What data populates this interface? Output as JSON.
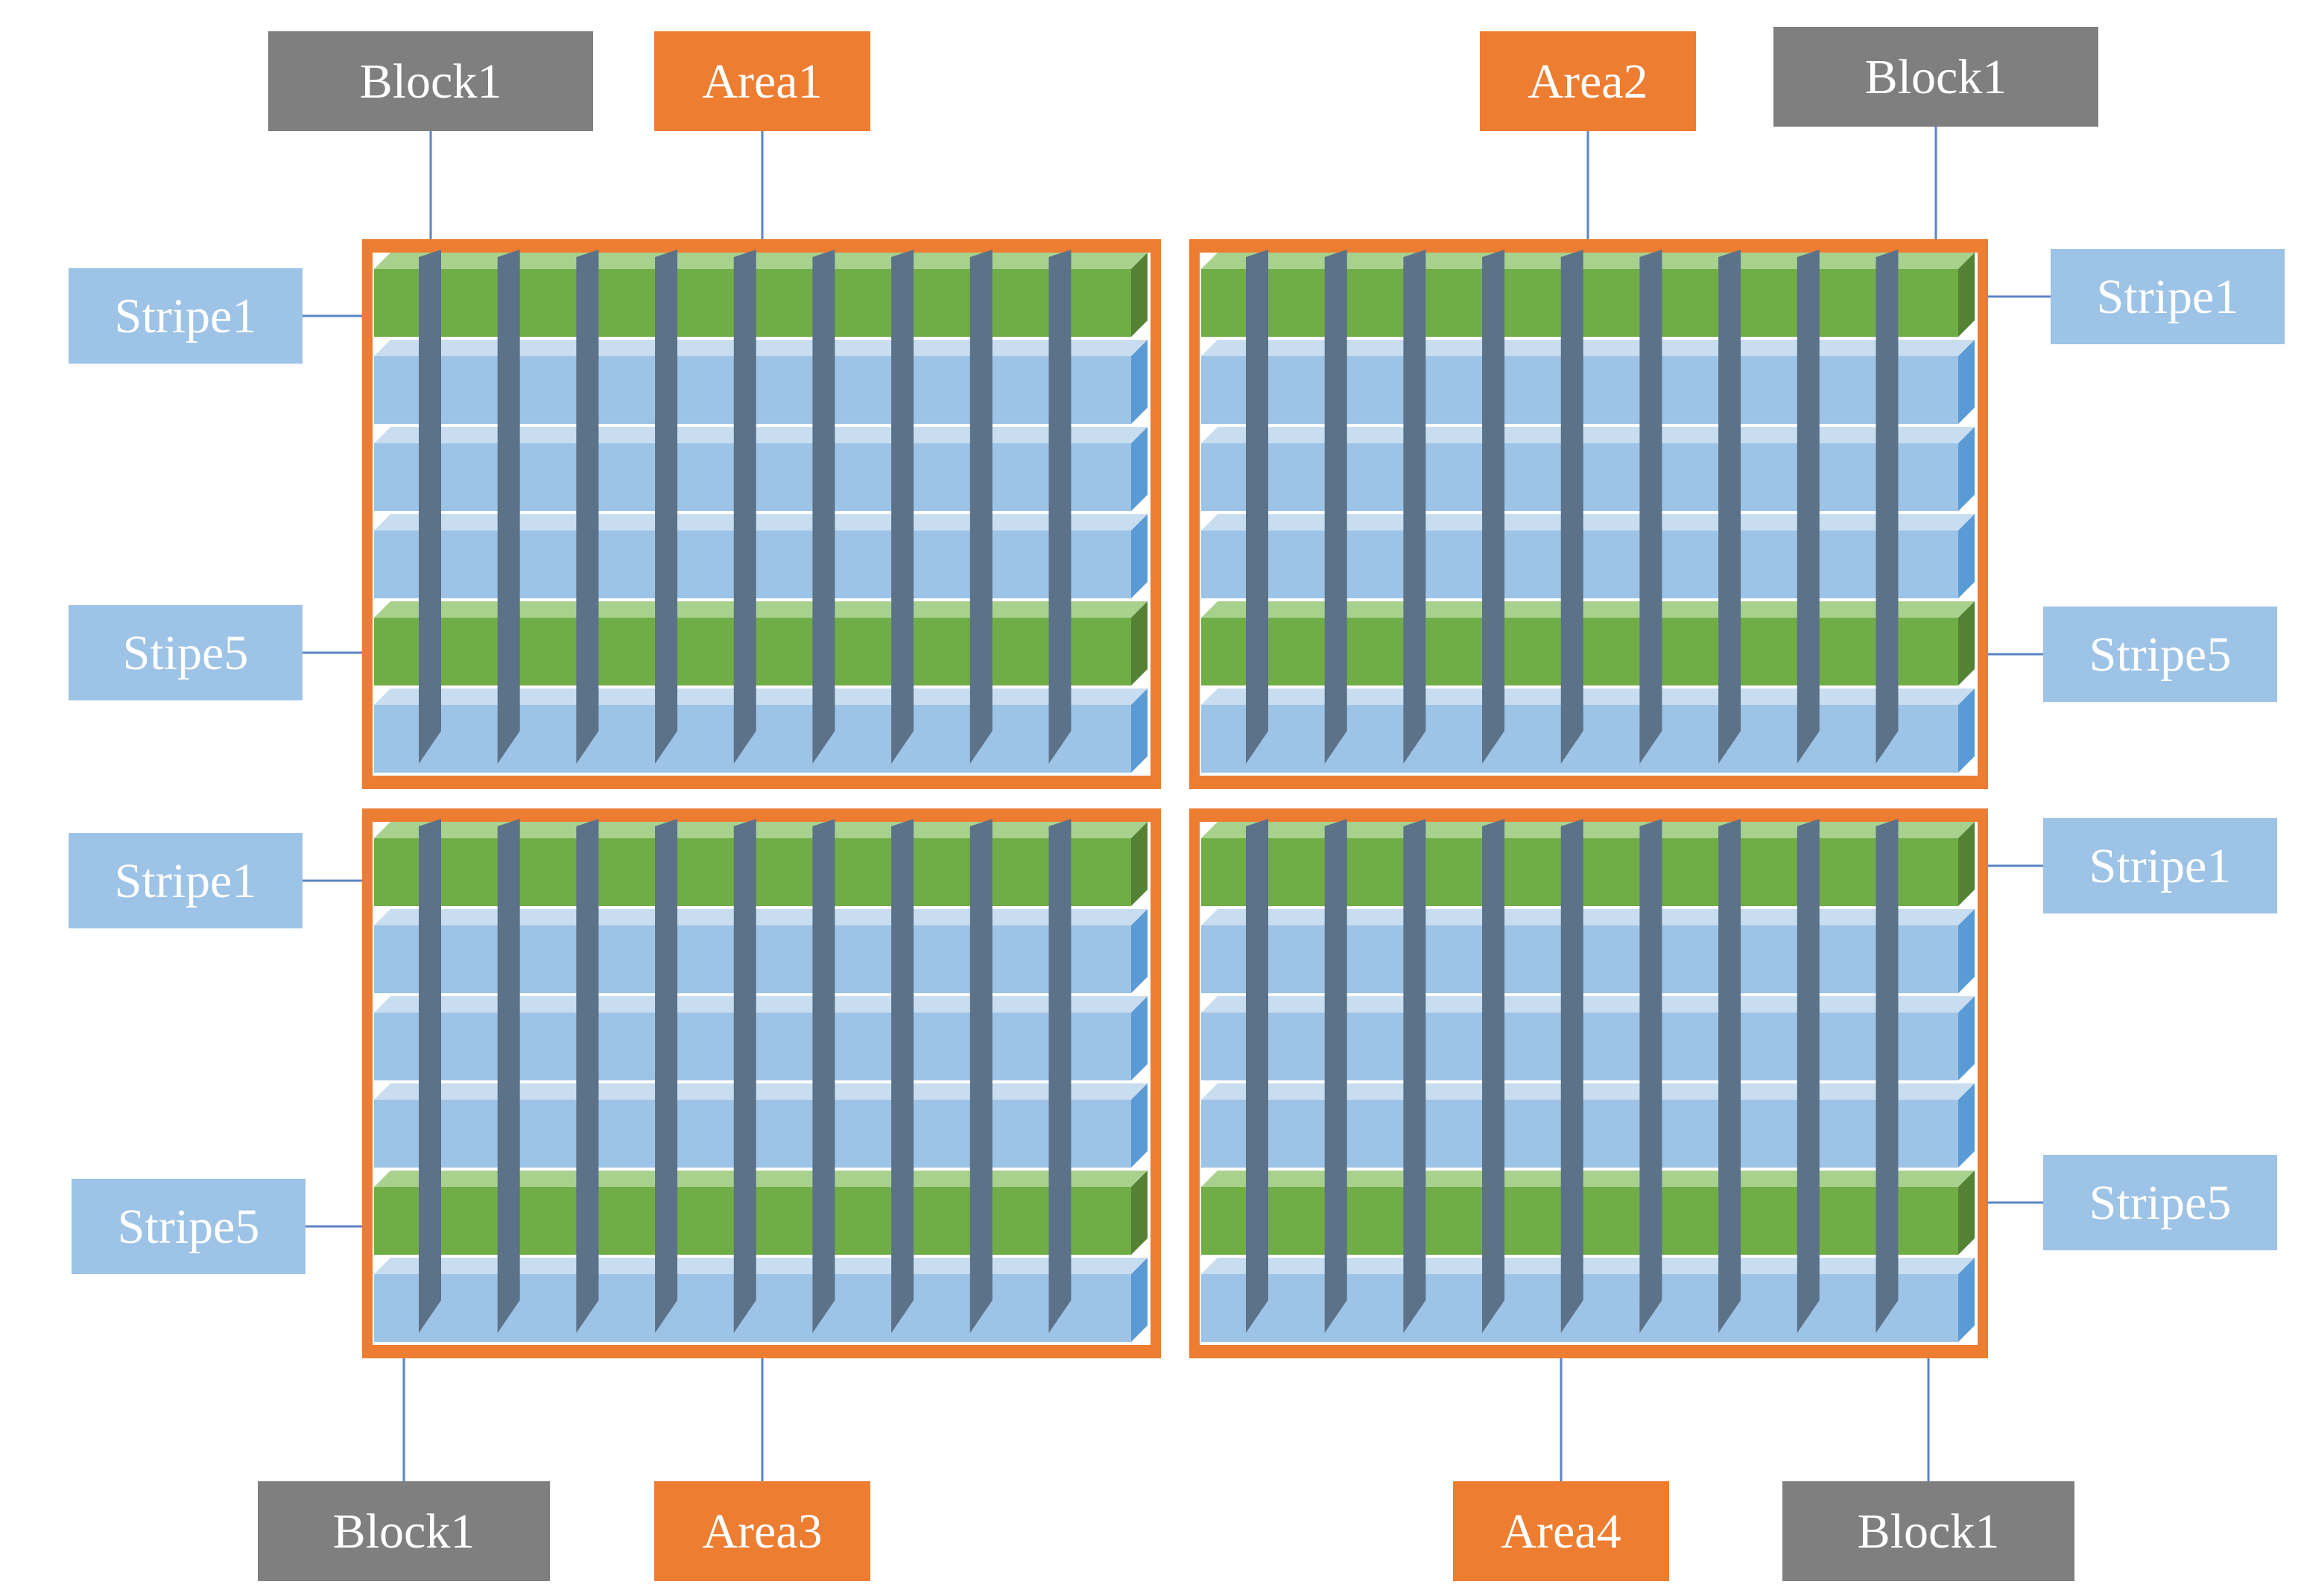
{
  "colors": {
    "area_frame": "#ED7D31",
    "stripe_band_green": "#70AD47",
    "stripe_band_green_top": "#A9D18E",
    "stripe_band_green_side": "#548235",
    "stripe_band_blue": "#9DC3E6",
    "stripe_band_blue_top": "#C9DDF0",
    "stripe_band_blue_side": "#5B9BD5",
    "block_divider": "#5B7288",
    "block_label_bg": "#7F7F7F",
    "area_label_bg": "#ED7D31",
    "stripe_label_bg": "#9DC3E6",
    "label_text": "#FFFFFF",
    "connector": "#5B84C4"
  },
  "areas": [
    {
      "area_label": "Area1",
      "block_label": "Block1",
      "stripe_top_label": "Stripe1",
      "stripe_bottom_label": "Stipe5"
    },
    {
      "area_label": "Area2",
      "block_label": "Block1",
      "stripe_top_label": "Stripe1",
      "stripe_bottom_label": "Stripe5"
    },
    {
      "area_label": "Area3",
      "block_label": "Block1",
      "stripe_top_label": "Stripe1",
      "stripe_bottom_label": "Stripe5"
    },
    {
      "area_label": "Area4",
      "block_label": "Block1",
      "stripe_top_label": "Stripe1",
      "stripe_bottom_label": "Stripe5"
    }
  ],
  "stripes_per_area": 6,
  "green_stripe_rows": [
    1,
    5
  ],
  "blocks_per_area": 9
}
